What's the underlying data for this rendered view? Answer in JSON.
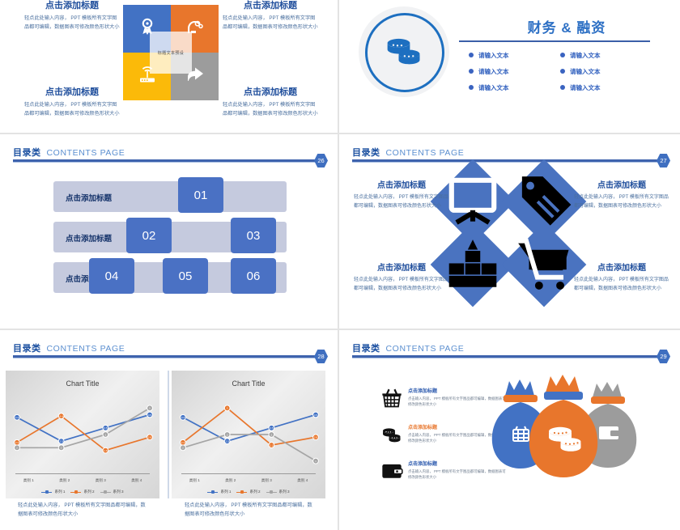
{
  "theme": {
    "blue": "#4272C4",
    "orange": "#E8762C",
    "yellow": "#FBBA09",
    "gray": "#9C9C9C",
    "header_blue": "#1A4FA0",
    "lavender": "#C5CADE"
  },
  "body_text": "轻点此处输入内容， PPT 模板所有文字图品都可编辑，数据图表可修改颜色形状大小",
  "slide_four_square": {
    "center_label": "标题文本预设",
    "tiles": [
      {
        "position": "top-left",
        "color": "#4272C4",
        "icon": "award-ribbon-icon"
      },
      {
        "position": "top-right",
        "color": "#E8762C",
        "icon": "brain-gear-icon"
      },
      {
        "position": "bottom-left",
        "color": "#FBBA09",
        "icon": "wifi-router-icon"
      },
      {
        "position": "bottom-right",
        "color": "#9C9C9C",
        "icon": "share-arrow-icon"
      }
    ],
    "blocks": [
      {
        "title": "点击添加标题",
        "desc": "轻点此处输入内容， PPT 模板所有文字图品都可编辑，数据图表可修改颜色形状大小"
      },
      {
        "title": "点击添加标题",
        "desc": "轻点此处输入内容， PPT 模板所有文字图品都可编辑，数据图表可修改颜色形状大小"
      },
      {
        "title": "点击添加标题",
        "desc": "轻点此处输入内容， PPT 模板所有文字图品都可编辑，数据图表可修改颜色形状大小"
      },
      {
        "title": "点击添加标题",
        "desc": "轻点此处输入内容， PPT 模板所有文字图品都可编辑，数据图表可修改颜色形状大小"
      }
    ]
  },
  "slide_finance": {
    "title": "财务 & 融资",
    "icon": "coins-stack-icon",
    "bullets": [
      "请输入文本",
      "请输入文本",
      "请输入文本",
      "请输入文本",
      "请输入文本",
      "请输入文本"
    ]
  },
  "slide_org": {
    "header_cn": "目录类",
    "header_en": "CONTENTS PAGE",
    "page": "26",
    "rows": [
      {
        "label": "点击添加标题",
        "nodes": [
          "01"
        ]
      },
      {
        "label": "点击添加标题",
        "nodes": [
          "02",
          "03"
        ]
      },
      {
        "label": "点击添加标题",
        "nodes": [
          "04",
          "05",
          "06"
        ]
      }
    ]
  },
  "slide_diamond": {
    "header_cn": "目录类",
    "header_en": "CONTENTS PAGE",
    "page": "27",
    "items": [
      {
        "title": "点击添加标题",
        "desc": "轻点此处输入内容， PPT 模板所有文字图品都可编辑，数据图表可修改颜色形状大小",
        "icon": "presentation-board-icon"
      },
      {
        "title": "点击添加标题",
        "desc": "轻点此处输入内容， PPT 模板所有文字图品都可编辑，数据图表可修改颜色形状大小",
        "icon": "price-tag-icon"
      },
      {
        "title": "点击添加标题",
        "desc": "轻点此处输入内容， PPT 模板所有文字图品都可编辑，数据图表可修改颜色形状大小",
        "icon": "podium-chart-icon"
      },
      {
        "title": "点击添加标题",
        "desc": "轻点此处输入内容， PPT 模板所有文字图品都可编辑，数据图表可修改颜色形状大小",
        "icon": "shopping-cart-icon"
      }
    ]
  },
  "slide_charts": {
    "header_cn": "目录类",
    "header_en": "CONTENTS PAGE",
    "page": "28",
    "captions": [
      "轻点此处输入内容， PPT 模板所有文字图品都可编辑，数据图表可修改颜色形状大小",
      "轻点此处输入内容， PPT 模板所有文字图品都可编辑，数据图表可修改颜色形状大小"
    ]
  },
  "slide_bags": {
    "header_cn": "目录类",
    "header_en": "CONTENTS PAGE",
    "page": "29",
    "items": [
      {
        "title": "点击添加标题",
        "desc": "点击输入内容， PPT 模板所有文字图品都可编辑，数据图表可修改颜色形状大小",
        "icon": "shopping-basket-icon",
        "accent": false
      },
      {
        "title": "点击添加标题",
        "desc": "点击输入内容， PPT 模板所有文字图品都可编辑，数据图表可修改颜色形状大小",
        "icon": "coins-stack-icon",
        "accent": true
      },
      {
        "title": "点击添加标题",
        "desc": "点击输入内容， PPT 模板所有文字图品都可编辑，数据图表可修改颜色形状大小",
        "icon": "wallet-icon",
        "accent": false
      }
    ],
    "bags": [
      {
        "color": "#4272C4",
        "icon": "shopping-basket-icon"
      },
      {
        "color": "#E8762C",
        "icon": "coins-stack-icon"
      },
      {
        "color": "#9C9C9C",
        "icon": "wallet-icon"
      }
    ]
  },
  "chart_data": [
    {
      "type": "line",
      "title": "Chart Title",
      "categories": [
        "类别 1",
        "类别 2",
        "类别 3",
        "类别 4"
      ],
      "series": [
        {
          "name": "系列 1",
          "color": "#4272C4",
          "values": [
            4.3,
            2.5,
            3.5,
            4.5
          ]
        },
        {
          "name": "系列 2",
          "color": "#E8762C",
          "values": [
            2.4,
            4.4,
            1.8,
            2.8
          ]
        },
        {
          "name": "系列 3",
          "color": "#A5A5A5",
          "values": [
            2.0,
            2.0,
            3.0,
            5.0
          ]
        }
      ],
      "ylim": [
        0,
        6
      ],
      "grid": false,
      "legend": "bottom",
      "xlabel": "",
      "ylabel": ""
    },
    {
      "type": "line",
      "title": "Chart Title",
      "categories": [
        "类别 1",
        "类别 2",
        "类别 3",
        "类别 4"
      ],
      "series": [
        {
          "name": "系列 1",
          "color": "#4272C4",
          "values": [
            4.3,
            2.5,
            3.5,
            4.5
          ]
        },
        {
          "name": "系列 2",
          "color": "#E8762C",
          "values": [
            2.4,
            5.0,
            2.2,
            2.8
          ]
        },
        {
          "name": "系列 3",
          "color": "#A5A5A5",
          "values": [
            2.0,
            3.0,
            3.0,
            1.0
          ]
        }
      ],
      "ylim": [
        0,
        6
      ],
      "grid": false,
      "legend": "bottom",
      "xlabel": "",
      "ylabel": ""
    }
  ]
}
